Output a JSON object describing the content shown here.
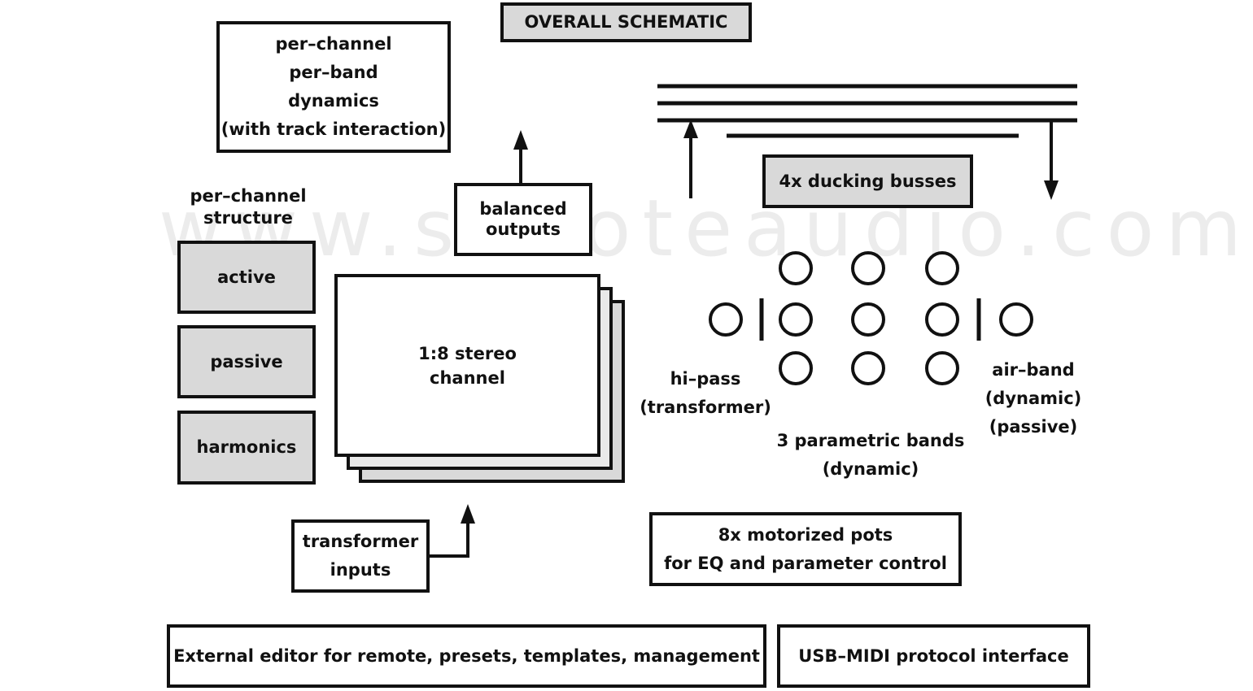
{
  "title": "OVERALL SCHEMATIC",
  "watermark": "www.skhoteaudio.com",
  "dynamics_box": {
    "line1": "per–channel",
    "line2": "per–band",
    "line3": "dynamics",
    "line4": "(with track interaction)"
  },
  "structure": {
    "heading_line1": "per–channel",
    "heading_line2": "structure",
    "modes": [
      "active",
      "passive",
      "harmonics"
    ]
  },
  "outputs": {
    "line1": "balanced",
    "line2": "outputs"
  },
  "channel": {
    "line1": "1:8 stereo",
    "line2": "channel"
  },
  "inputs": {
    "line1": "transformer",
    "line2": "inputs"
  },
  "busses": "4x ducking busses",
  "eq": {
    "hipass": {
      "line1": "hi–pass",
      "line2": "(transformer)"
    },
    "parametric": {
      "line1": "3 parametric bands",
      "line2": "(dynamic)"
    },
    "airband": {
      "line1": "air–band",
      "line2": "(dynamic)",
      "line3": "(passive)"
    }
  },
  "pots": {
    "line1": "8x motorized pots",
    "line2": "for EQ and parameter control"
  },
  "editor": "External editor for remote, presets, templates, management",
  "usb": "USB–MIDI protocol interface",
  "colors": {
    "gray_fill": "#d9d9d9",
    "stroke": "#111111"
  }
}
